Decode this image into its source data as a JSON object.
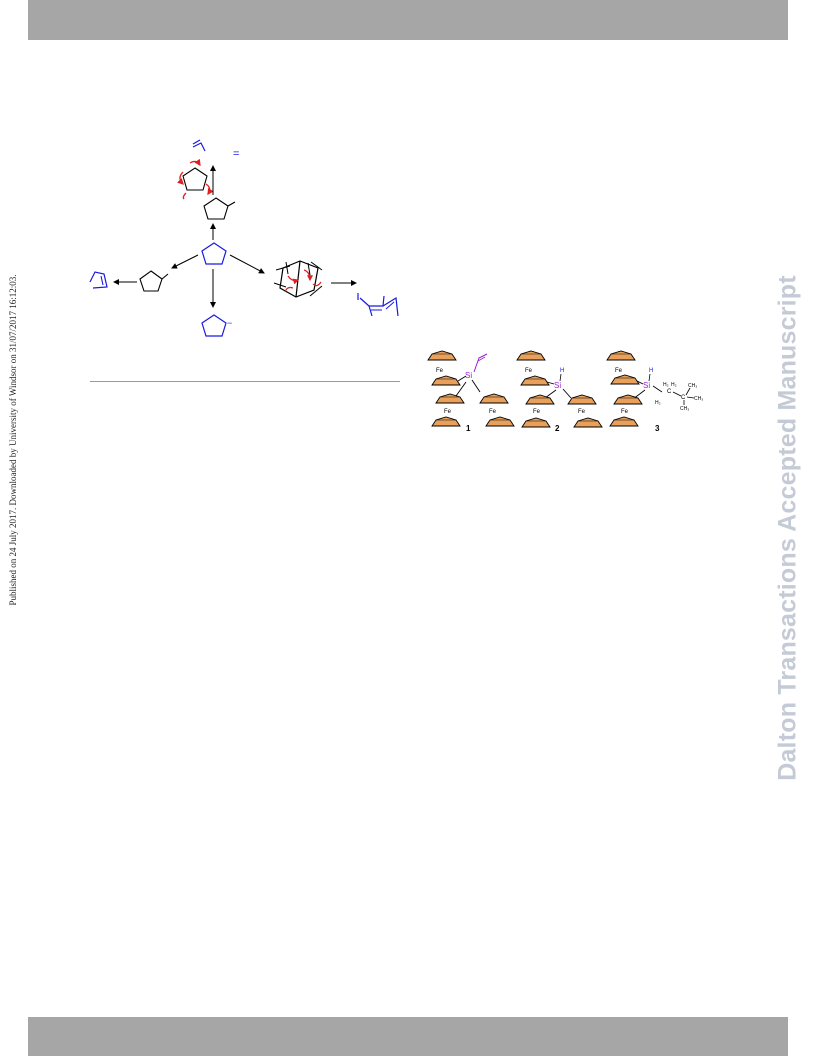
{
  "watermark": "Dalton Transactions Accepted Manuscript",
  "published_note": "Published on 24 July 2017. Downloaded by University of Windsor on 31/07/2017 16:12:03.",
  "scheme": {
    "equals_sign": "=",
    "anion_charge": "−"
  },
  "compounds": {
    "fe_label": "Fe",
    "si_label": "Si",
    "h_label": "H",
    "ch2_label": "H₂",
    "c_label": "C",
    "ch3_label": "CH₃",
    "numbers": [
      "1",
      "2",
      "3"
    ]
  },
  "colors": {
    "bar": "#a6a6a6",
    "watermark": "#c5cbd6",
    "scheme_blue": "#1a1ae0",
    "arrow_red": "#e02020",
    "cp_orange": "#e8a05a",
    "silicon_purple": "#9b1fd0"
  }
}
